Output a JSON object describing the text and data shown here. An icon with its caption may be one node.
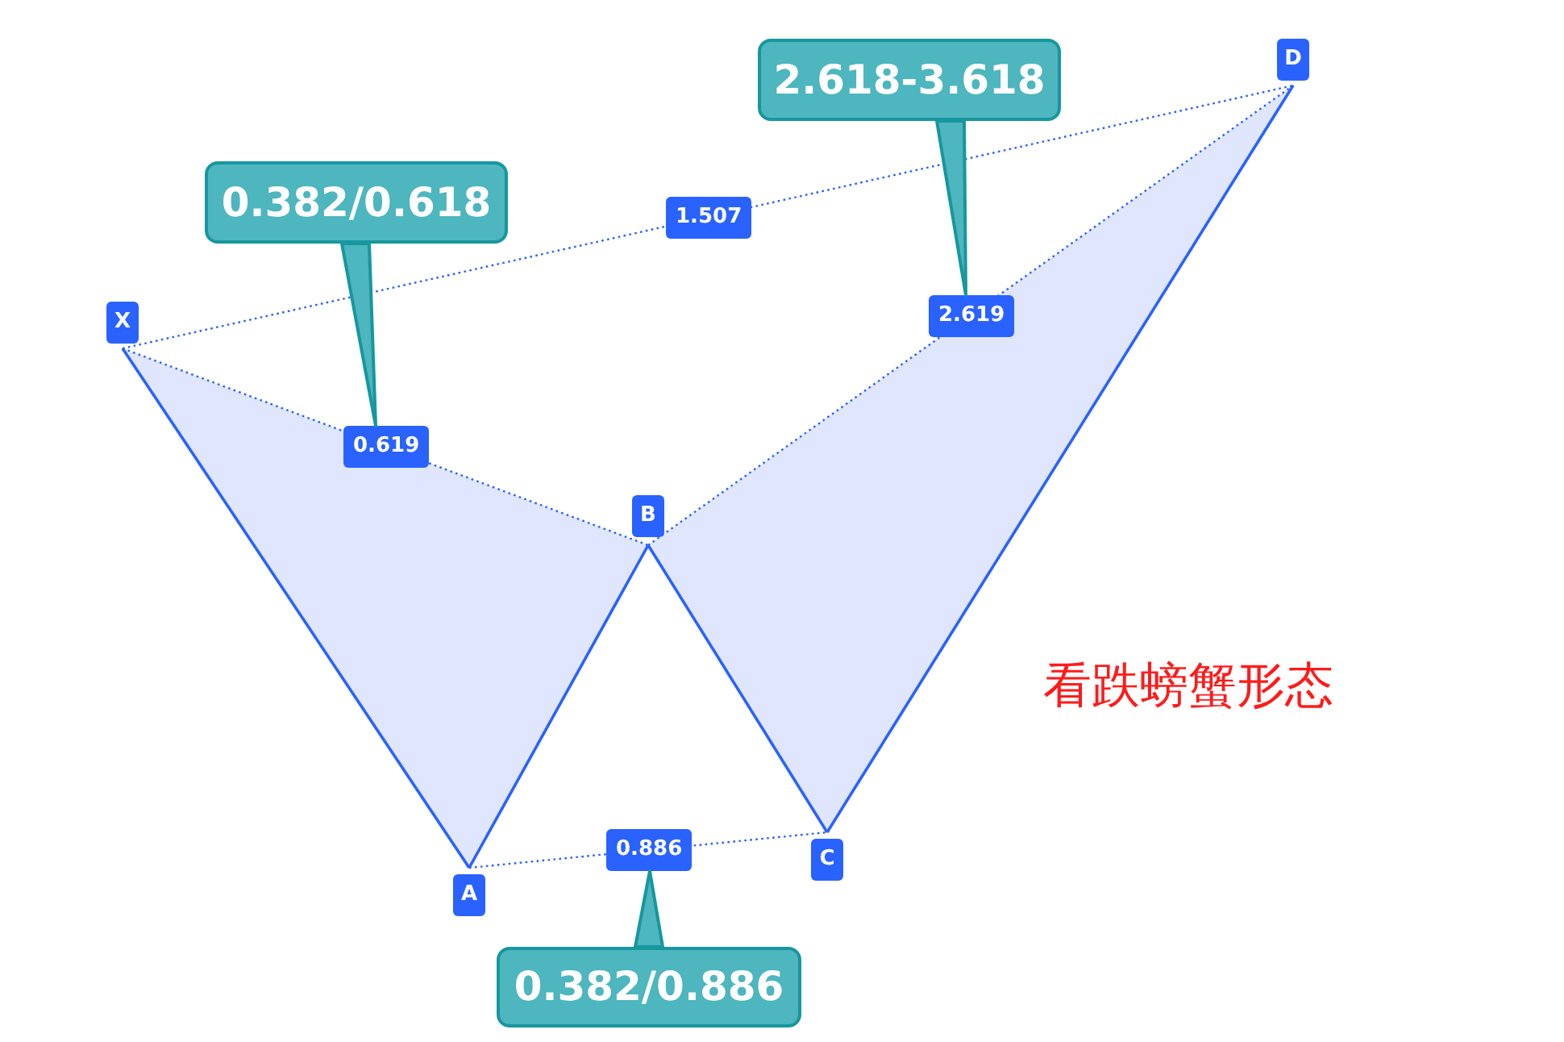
{
  "diagram": {
    "nodes": [
      {
        "text": [
          "X"
        ]
      },
      {
        "text": [
          "A"
        ]
      },
      {
        "text": [
          "B"
        ]
      },
      {
        "text": [
          "C"
        ]
      },
      {
        "text": [
          "D"
        ]
      },
      {
        "text": [
          "0.382/0.618"
        ]
      },
      {
        "text": [
          "2.618-3.618"
        ]
      },
      {
        "text": [
          "0.382/0.886"
        ]
      }
    ],
    "edges": [
      {
        "from": 0,
        "to": 1,
        "arrow": "none"
      },
      {
        "from": 1,
        "to": 2,
        "arrow": "none"
      },
      {
        "from": 2,
        "to": 3,
        "arrow": "none"
      },
      {
        "from": 3,
        "to": 4,
        "arrow": "none"
      },
      {
        "from": 0,
        "to": 2,
        "arrow": "none",
        "style": "dashed",
        "label": "0.619"
      },
      {
        "from": 1,
        "to": 3,
        "arrow": "none",
        "style": "dashed",
        "label": "0.886"
      },
      {
        "from": 2,
        "to": 4,
        "arrow": "none",
        "style": "dashed",
        "label": "2.619"
      },
      {
        "from": 0,
        "to": 4,
        "arrow": "none",
        "style": "dashed",
        "label": "1.507"
      },
      {
        "from": 5,
        "to": null,
        "arrow": "to",
        "color": "#17979f"
      },
      {
        "from": 6,
        "to": null,
        "arrow": "to",
        "color": "#17979f"
      },
      {
        "from": 7,
        "to": null,
        "arrow": "to",
        "color": "#17979f"
      }
    ],
    "labels": [
      "看跌螃蟹形态"
    ]
  }
}
